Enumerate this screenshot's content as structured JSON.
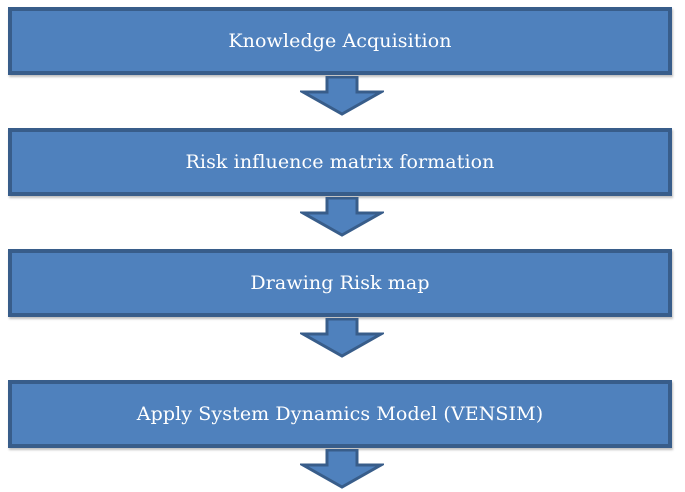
{
  "flowchart": {
    "steps": [
      {
        "label": "Knowledge Acquisition"
      },
      {
        "label": "Risk influence matrix formation"
      },
      {
        "label": "Drawing Risk map"
      },
      {
        "label": "Apply System Dynamics Model (VENSIM)"
      }
    ],
    "colors": {
      "box_fill": "#4f81bd",
      "box_border": "#385d8a",
      "text": "#ffffff"
    }
  }
}
